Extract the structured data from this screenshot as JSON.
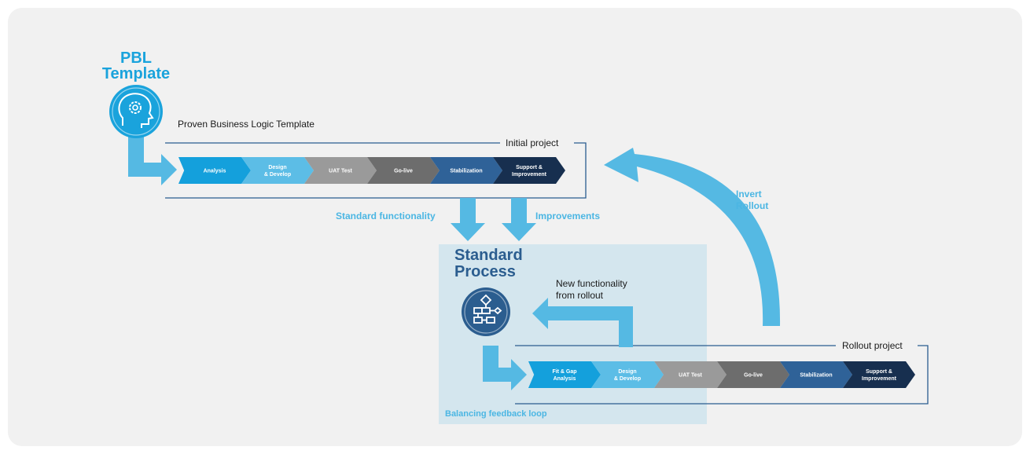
{
  "colors": {
    "background": "#f1f1f1",
    "accent_blue": "#1aa3dc",
    "light_blue": "#55b9e3",
    "navy": "#2b5d8f",
    "standard_box": "#d4e6ee"
  },
  "icons": {
    "pbl": "head-gear-icon",
    "standard": "flowchart-icon"
  },
  "pbl": {
    "title_line1": "PBL",
    "title_line2": "Template",
    "subtitle": "Proven Business Logic Template"
  },
  "initial_project": {
    "label": "Initial project",
    "stages": [
      {
        "line1": "Analysis",
        "line2": "",
        "color": "#14a0dc"
      },
      {
        "line1": "Design",
        "line2": "& Develop",
        "color": "#5cbde6"
      },
      {
        "line1": "UAT Test",
        "line2": "",
        "color": "#9a9a9a"
      },
      {
        "line1": "Go-live",
        "line2": "",
        "color": "#6d6d6d"
      },
      {
        "line1": "Stabilization",
        "line2": "",
        "color": "#2f6298"
      },
      {
        "line1": "Support &",
        "line2": "Improvement",
        "color": "#172f4f"
      }
    ]
  },
  "flows": {
    "standard_functionality": "Standard functionality",
    "improvements": "Improvements",
    "invert_rollout_line1": "Invert",
    "invert_rollout_line2": "Rollout"
  },
  "standard_process": {
    "title_line1": "Standard",
    "title_line2": "Process",
    "new_functionality_line1": "New functionality",
    "new_functionality_line2": "from rollout",
    "loop_label": "Balancing feedback loop"
  },
  "rollout_project": {
    "label": "Rollout project",
    "stages": [
      {
        "line1": "Fit & Gap",
        "line2": "Analysis",
        "color": "#14a0dc"
      },
      {
        "line1": "Design",
        "line2": "& Develop",
        "color": "#5cbde6"
      },
      {
        "line1": "UAT Test",
        "line2": "",
        "color": "#9a9a9a"
      },
      {
        "line1": "Go-live",
        "line2": "",
        "color": "#6d6d6d"
      },
      {
        "line1": "Stabilization",
        "line2": "",
        "color": "#2f6298"
      },
      {
        "line1": "Support &",
        "line2": "Improvement",
        "color": "#172f4f"
      }
    ]
  }
}
